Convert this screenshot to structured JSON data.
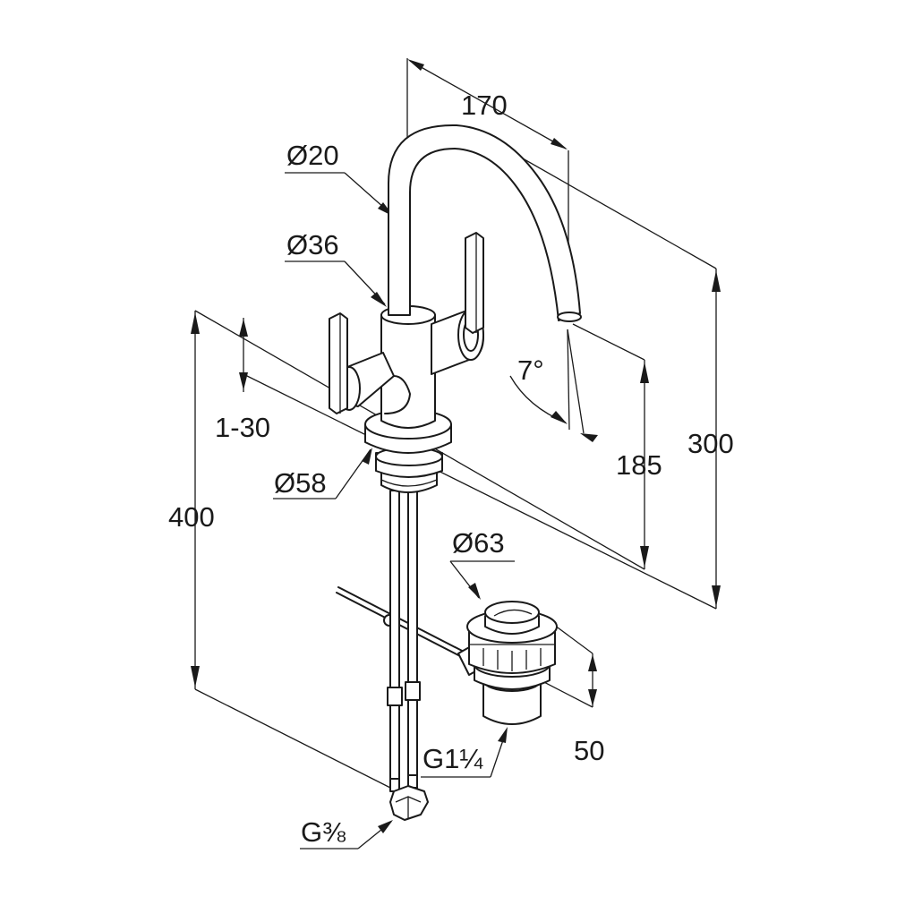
{
  "dimensions": {
    "spout_reach": "170",
    "spout_diameter": "Ø20",
    "body_diameter": "Ø36",
    "adjust_range": "1-30",
    "base_diameter": "Ø58",
    "total_height": "400",
    "spout_angle": "7°",
    "outlet_height": "185",
    "spout_height": "300",
    "waste_diameter": "Ø63",
    "waste_height": "50",
    "waste_thread": "G1¼",
    "hose_thread": "G⅜"
  }
}
